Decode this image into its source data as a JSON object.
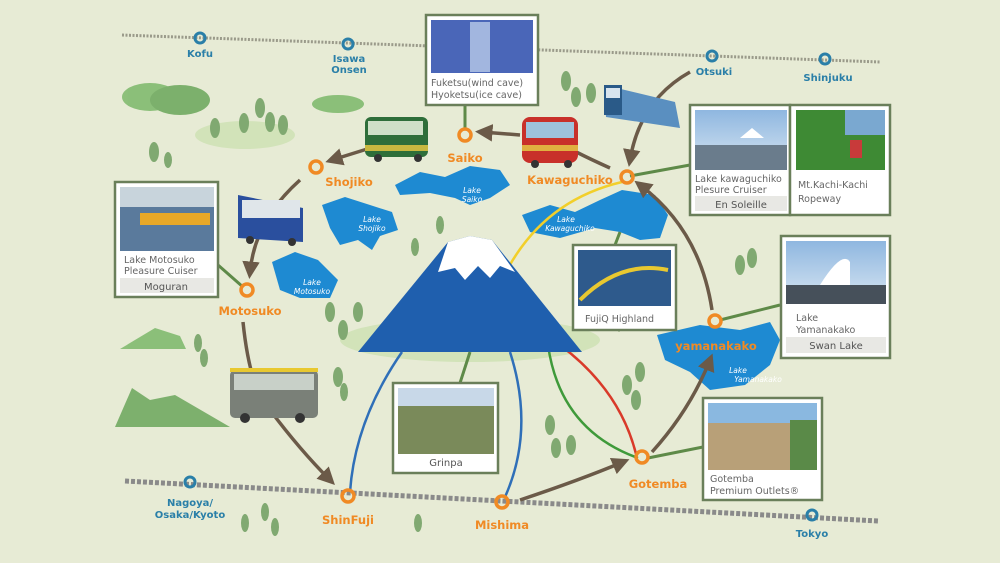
{
  "colors": {
    "background": "#e7ebd5",
    "lake": "#1e8ad2",
    "station_orange": "#f08a24",
    "station_blue": "#2a7fa8",
    "route_arrow": "#6b5a48",
    "route_blue": "#2f6fb8",
    "route_green": "#3f9a3a",
    "route_red": "#d93a2a",
    "route_yellow": "#f2cf2a",
    "card_border": "#6a7f5a"
  },
  "rail_stations": {
    "kofu": "Kofu",
    "isawa_1": "Isawa",
    "isawa_2": "Onsen",
    "otsuki": "Otsuki",
    "shinjuku": "Shinjuku",
    "nagoya_1": "Nagoya/",
    "nagoya_2": "Osaka/Kyoto",
    "tokyo": "Tokyo"
  },
  "stops": {
    "saiko": "Saiko",
    "shojiko": "Shojiko",
    "kawaguchiko": "Kawaguchiko",
    "motosuko": "Motosuko",
    "yamanakako": "yamanakako",
    "gotemba": "Gotemba",
    "shinfuji": "ShinFuji",
    "mishima": "Mishima"
  },
  "lakes": {
    "saiko": [
      "Lake",
      "Saiko"
    ],
    "shojiko": [
      "Lake",
      "Shojiko"
    ],
    "motosuko": [
      "Lake",
      "Motosuko"
    ],
    "kawaguchiko": [
      "Lake",
      "Kawaguchiko"
    ],
    "yamanakako": [
      "Lake",
      "Yamanakako"
    ]
  },
  "cards": {
    "fuketsu": {
      "line1": "Fuketsu(wind cave)",
      "line2": "Hyoketsu(ice cave)"
    },
    "kawaguchiko_cruiser": {
      "line1": "Lake kawaguchiko",
      "line2": "Plesure Cruiser",
      "sub": "En Soleille"
    },
    "kachikachi": {
      "line1": "Mt.Kachi-Kachi",
      "line2": "Ropeway"
    },
    "motosuko_cruiser": {
      "line1": "Lake Motosuko",
      "line2": "Pleasure Cuiser",
      "sub": "Moguran"
    },
    "fujiq": {
      "line1": "FujiQ Highland"
    },
    "yamanakako_swan": {
      "line1": "Lake",
      "line2": "Yamanakako",
      "sub": "Swan Lake"
    },
    "grinpa": {
      "sub": "Grinpa"
    },
    "outlets": {
      "line1": "Gotemba",
      "line2": "Premium Outlets®"
    }
  }
}
